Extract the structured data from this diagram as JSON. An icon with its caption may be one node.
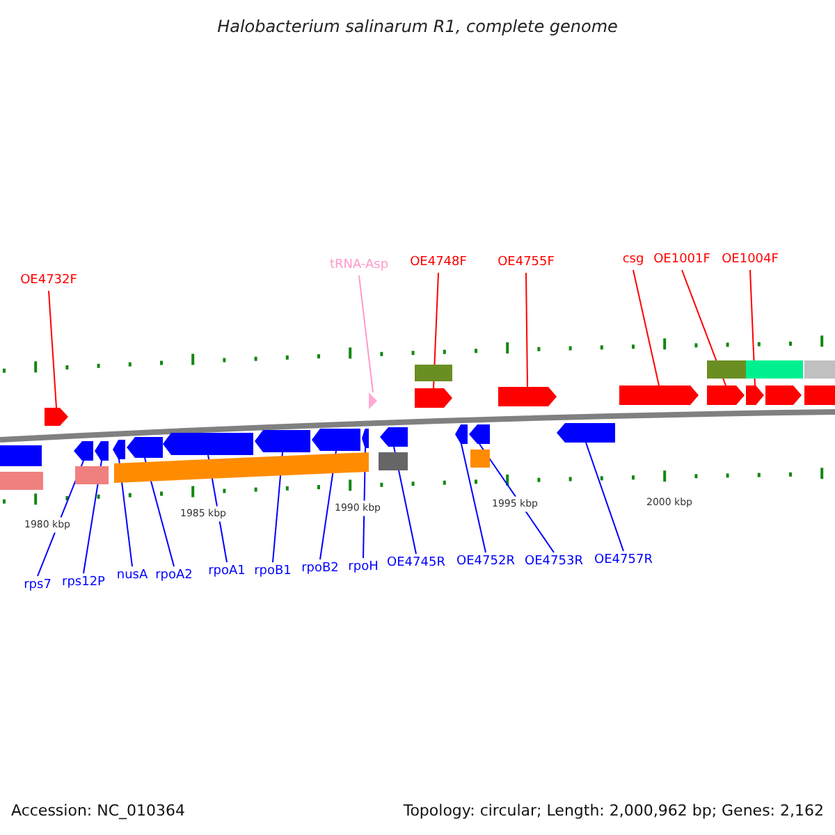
{
  "diagram": {
    "title": "Halobacterium salinarum R1, complete genome",
    "nodes": [
      {
        "text": [
          "OE4732F"
        ]
      },
      {
        "text": [
          "tRNA-Asp"
        ]
      },
      {
        "text": [
          "OE4748F"
        ]
      },
      {
        "text": [
          "OE4755F"
        ]
      },
      {
        "text": [
          "csg"
        ]
      },
      {
        "text": [
          "OE1001F"
        ]
      },
      {
        "text": [
          "OE1004F"
        ]
      },
      {
        "text": [
          "rps7"
        ]
      },
      {
        "text": [
          "rps12P"
        ]
      },
      {
        "text": [
          "nusA"
        ]
      },
      {
        "text": [
          "rpoA2"
        ]
      },
      {
        "text": [
          "rpoA1"
        ]
      },
      {
        "text": [
          "rpoB1"
        ]
      },
      {
        "text": [
          "rpoB2"
        ]
      },
      {
        "text": [
          "rpoH"
        ]
      },
      {
        "text": [
          "OE4745R"
        ]
      },
      {
        "text": [
          "OE4752R"
        ]
      },
      {
        "text": [
          "OE4753R"
        ]
      },
      {
        "text": [
          "OE4757R"
        ]
      },
      {
        "text": [],
        "shape": "arrow"
      },
      {
        "text": [],
        "shape": "triangle"
      },
      {
        "text": [],
        "shape": "arrow"
      },
      {
        "text": [],
        "shape": "arrow"
      },
      {
        "text": [],
        "shape": "arrow"
      },
      {
        "text": [],
        "shape": "arrow"
      },
      {
        "text": [],
        "shape": "arrow"
      },
      {
        "text": [],
        "shape": "arrow"
      },
      {
        "text": [],
        "shape": "arrow"
      },
      {
        "text": [],
        "shape": "arrow"
      },
      {
        "text": [],
        "shape": "arrow"
      },
      {
        "text": [],
        "shape": "arrow"
      },
      {
        "text": [],
        "shape": "arrow"
      },
      {
        "text": [],
        "shape": "arrow"
      },
      {
        "text": [],
        "shape": "arrow"
      },
      {
        "text": [],
        "shape": "arrow"
      },
      {
        "text": [],
        "shape": "arrow"
      },
      {
        "text": [],
        "shape": "arrow"
      },
      {
        "text": [],
        "shape": "arrow"
      },
      {
        "text": [],
        "shape": "bar"
      },
      {
        "text": [],
        "shape": "bar"
      },
      {
        "text": [],
        "shape": "bar"
      },
      {
        "text": [],
        "shape": "bar"
      },
      {
        "text": [],
        "shape": "bar"
      },
      {
        "text": [],
        "shape": "bar"
      },
      {
        "text": [],
        "shape": "bar"
      },
      {
        "text": [],
        "shape": "bar"
      },
      {
        "text": [],
        "shape": "bar"
      },
      {
        "text": [],
        "shape": "bar"
      },
      {
        "text": [],
        "shape": "arrow"
      },
      {
        "text": [],
        "shape": "bar"
      }
    ],
    "edges": [
      {
        "from": 0,
        "to": 19,
        "arrow": "none",
        "color": "#ff0000"
      },
      {
        "from": 1,
        "to": 20,
        "arrow": "none",
        "color": "#ff99cc"
      },
      {
        "from": 2,
        "to": 21,
        "arrow": "none",
        "color": "#ff0000"
      },
      {
        "from": 3,
        "to": 22,
        "arrow": "none",
        "color": "#ff0000"
      },
      {
        "from": 4,
        "to": 23,
        "arrow": "none",
        "color": "#ff0000"
      },
      {
        "from": 5,
        "to": 24,
        "arrow": "none",
        "color": "#ff0000"
      },
      {
        "from": 6,
        "to": 25,
        "arrow": "none",
        "color": "#ff0000"
      },
      {
        "from": 7,
        "to": 26,
        "arrow": "none"
      },
      {
        "from": 8,
        "to": 27,
        "arrow": "none"
      },
      {
        "from": 9,
        "to": 28,
        "arrow": "none"
      },
      {
        "from": 10,
        "to": 29,
        "arrow": "none"
      },
      {
        "from": 11,
        "to": 30,
        "arrow": "none"
      },
      {
        "from": 12,
        "to": 31,
        "arrow": "none"
      },
      {
        "from": 13,
        "to": 32,
        "arrow": "none"
      },
      {
        "from": 14,
        "to": 33,
        "arrow": "none"
      },
      {
        "from": 15,
        "to": 34,
        "arrow": "none"
      },
      {
        "from": 16,
        "to": 35,
        "arrow": "none"
      },
      {
        "from": 17,
        "to": 36,
        "arrow": "none"
      },
      {
        "from": 18,
        "to": 37,
        "arrow": "none"
      }
    ],
    "labels": [
      "1980 kbp",
      "1985 kbp",
      "1990 kbp",
      "1995 kbp",
      "2000 kbp",
      "Accession: NC_010364",
      "Topology: circular; Length: 2,000,962 bp; Genes: 2,162"
    ]
  }
}
